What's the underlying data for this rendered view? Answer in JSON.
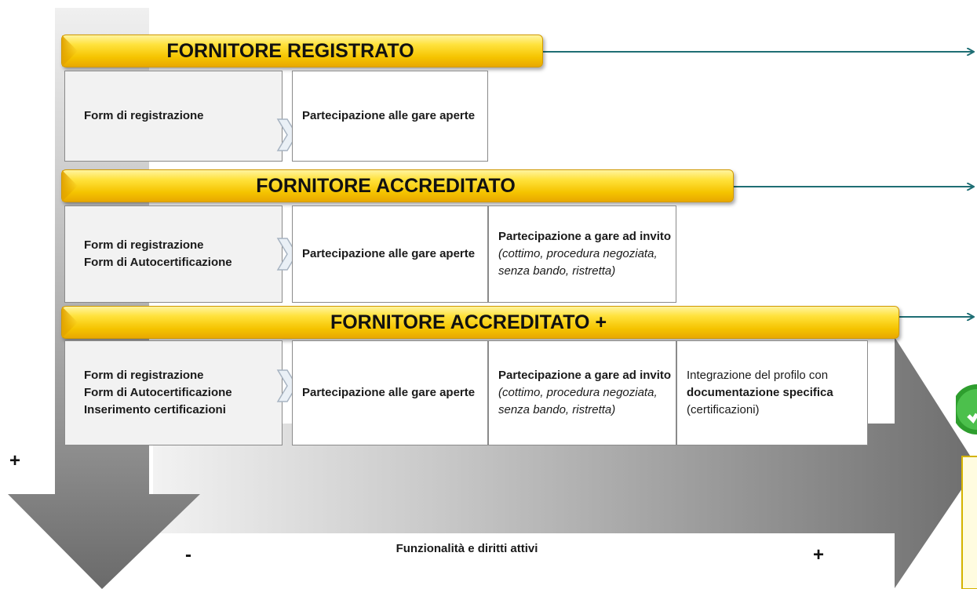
{
  "tiers": [
    {
      "title": "FORNITORE REGISTRATO",
      "requirements": [
        "Form di registrazione"
      ],
      "open_tenders": "Partecipazione alle gare aperte"
    },
    {
      "title": "FORNITORE ACCREDITATO",
      "requirements": [
        "Form di registrazione",
        "Form di Autocertificazione"
      ],
      "open_tenders": "Partecipazione alle gare aperte",
      "invited_tenders": {
        "bold": "Partecipazione a gare ad invito",
        "italic": "(cottimo, procedura negoziata, senza bando, ristretta)"
      }
    },
    {
      "title": "FORNITORE ACCREDITATO +",
      "requirements": [
        "Form di registrazione",
        "Form di Autocertificazione",
        "Inserimento certificazioni"
      ],
      "open_tenders": "Partecipazione alle gare aperte",
      "invited_tenders": {
        "bold": "Partecipazione a gare ad invito",
        "italic": "(cottimo, procedura negoziata, senza bando, ristretta)"
      },
      "profile_integration": {
        "pre": "Integrazione del profilo con",
        "bold": "documentazione specifica",
        "post": "(certificazioni)"
      }
    }
  ],
  "axes": {
    "vertical_plus": "+",
    "horizontal_minus": "-",
    "horizontal_plus": "+",
    "horizontal_label": "Funzionalità e diritti attivi"
  },
  "icon": "green-check-circle-icon",
  "colors": {
    "banner": "#f5c400",
    "connector": "#1f6e74",
    "arrow": "#8c8c8c"
  }
}
